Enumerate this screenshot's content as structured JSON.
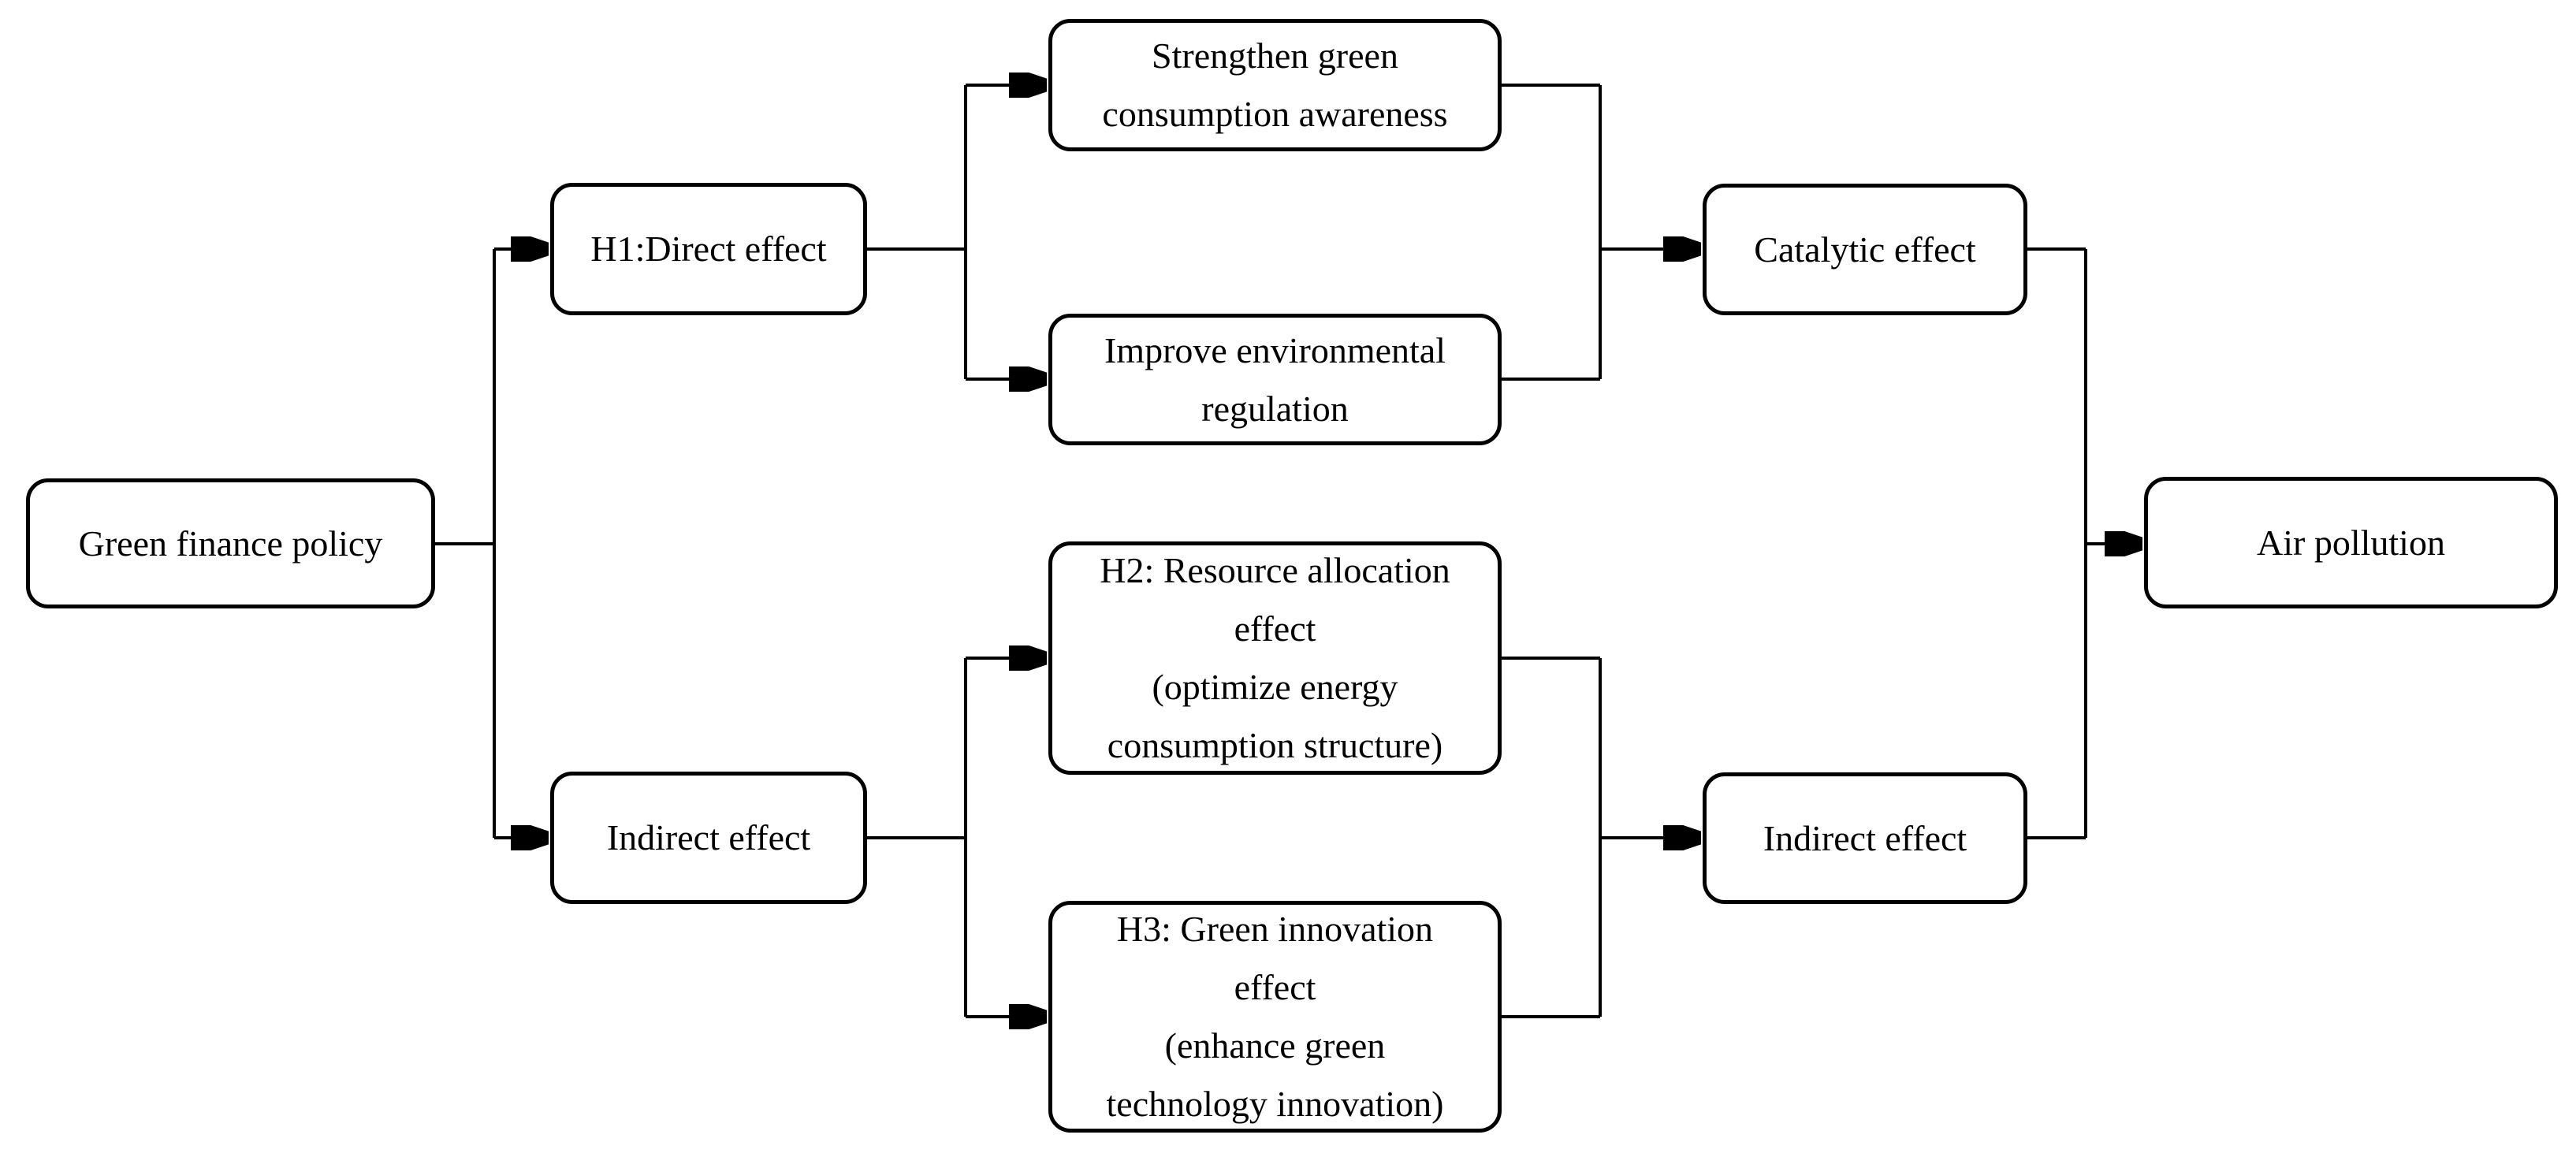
{
  "figure": {
    "type": "flow-diagram",
    "background_color": "#ffffff",
    "line_color": "#000000",
    "text_color": "#000000",
    "nodes": {
      "policy": {
        "label": "Green finance policy"
      },
      "h1": {
        "label": "H1:Direct effect"
      },
      "strengthen": {
        "label": "Strengthen green\nconsumption awareness"
      },
      "improve": {
        "label": "Improve environmental\nregulation"
      },
      "catalytic": {
        "label": "Catalytic effect"
      },
      "indirect_left": {
        "label": "Indirect effect"
      },
      "h2": {
        "label": "H2: Resource allocation\neffect\n(optimize energy\nconsumption structure)"
      },
      "h3": {
        "label": "H3: Green innovation\neffect\n(enhance green\ntechnology innovation)"
      },
      "indirect_right": {
        "label": "Indirect effect"
      },
      "air": {
        "label": "Air pollution"
      }
    },
    "edges": [
      {
        "from": "policy",
        "to": "h1"
      },
      {
        "from": "policy",
        "to": "indirect_left"
      },
      {
        "from": "h1",
        "to": "strengthen"
      },
      {
        "from": "h1",
        "to": "improve"
      },
      {
        "from": "strengthen",
        "to": "catalytic"
      },
      {
        "from": "improve",
        "to": "catalytic"
      },
      {
        "from": "indirect_left",
        "to": "h2"
      },
      {
        "from": "indirect_left",
        "to": "h3"
      },
      {
        "from": "h2",
        "to": "indirect_right"
      },
      {
        "from": "h3",
        "to": "indirect_right"
      },
      {
        "from": "catalytic",
        "to": "air"
      },
      {
        "from": "indirect_right",
        "to": "air"
      }
    ]
  }
}
